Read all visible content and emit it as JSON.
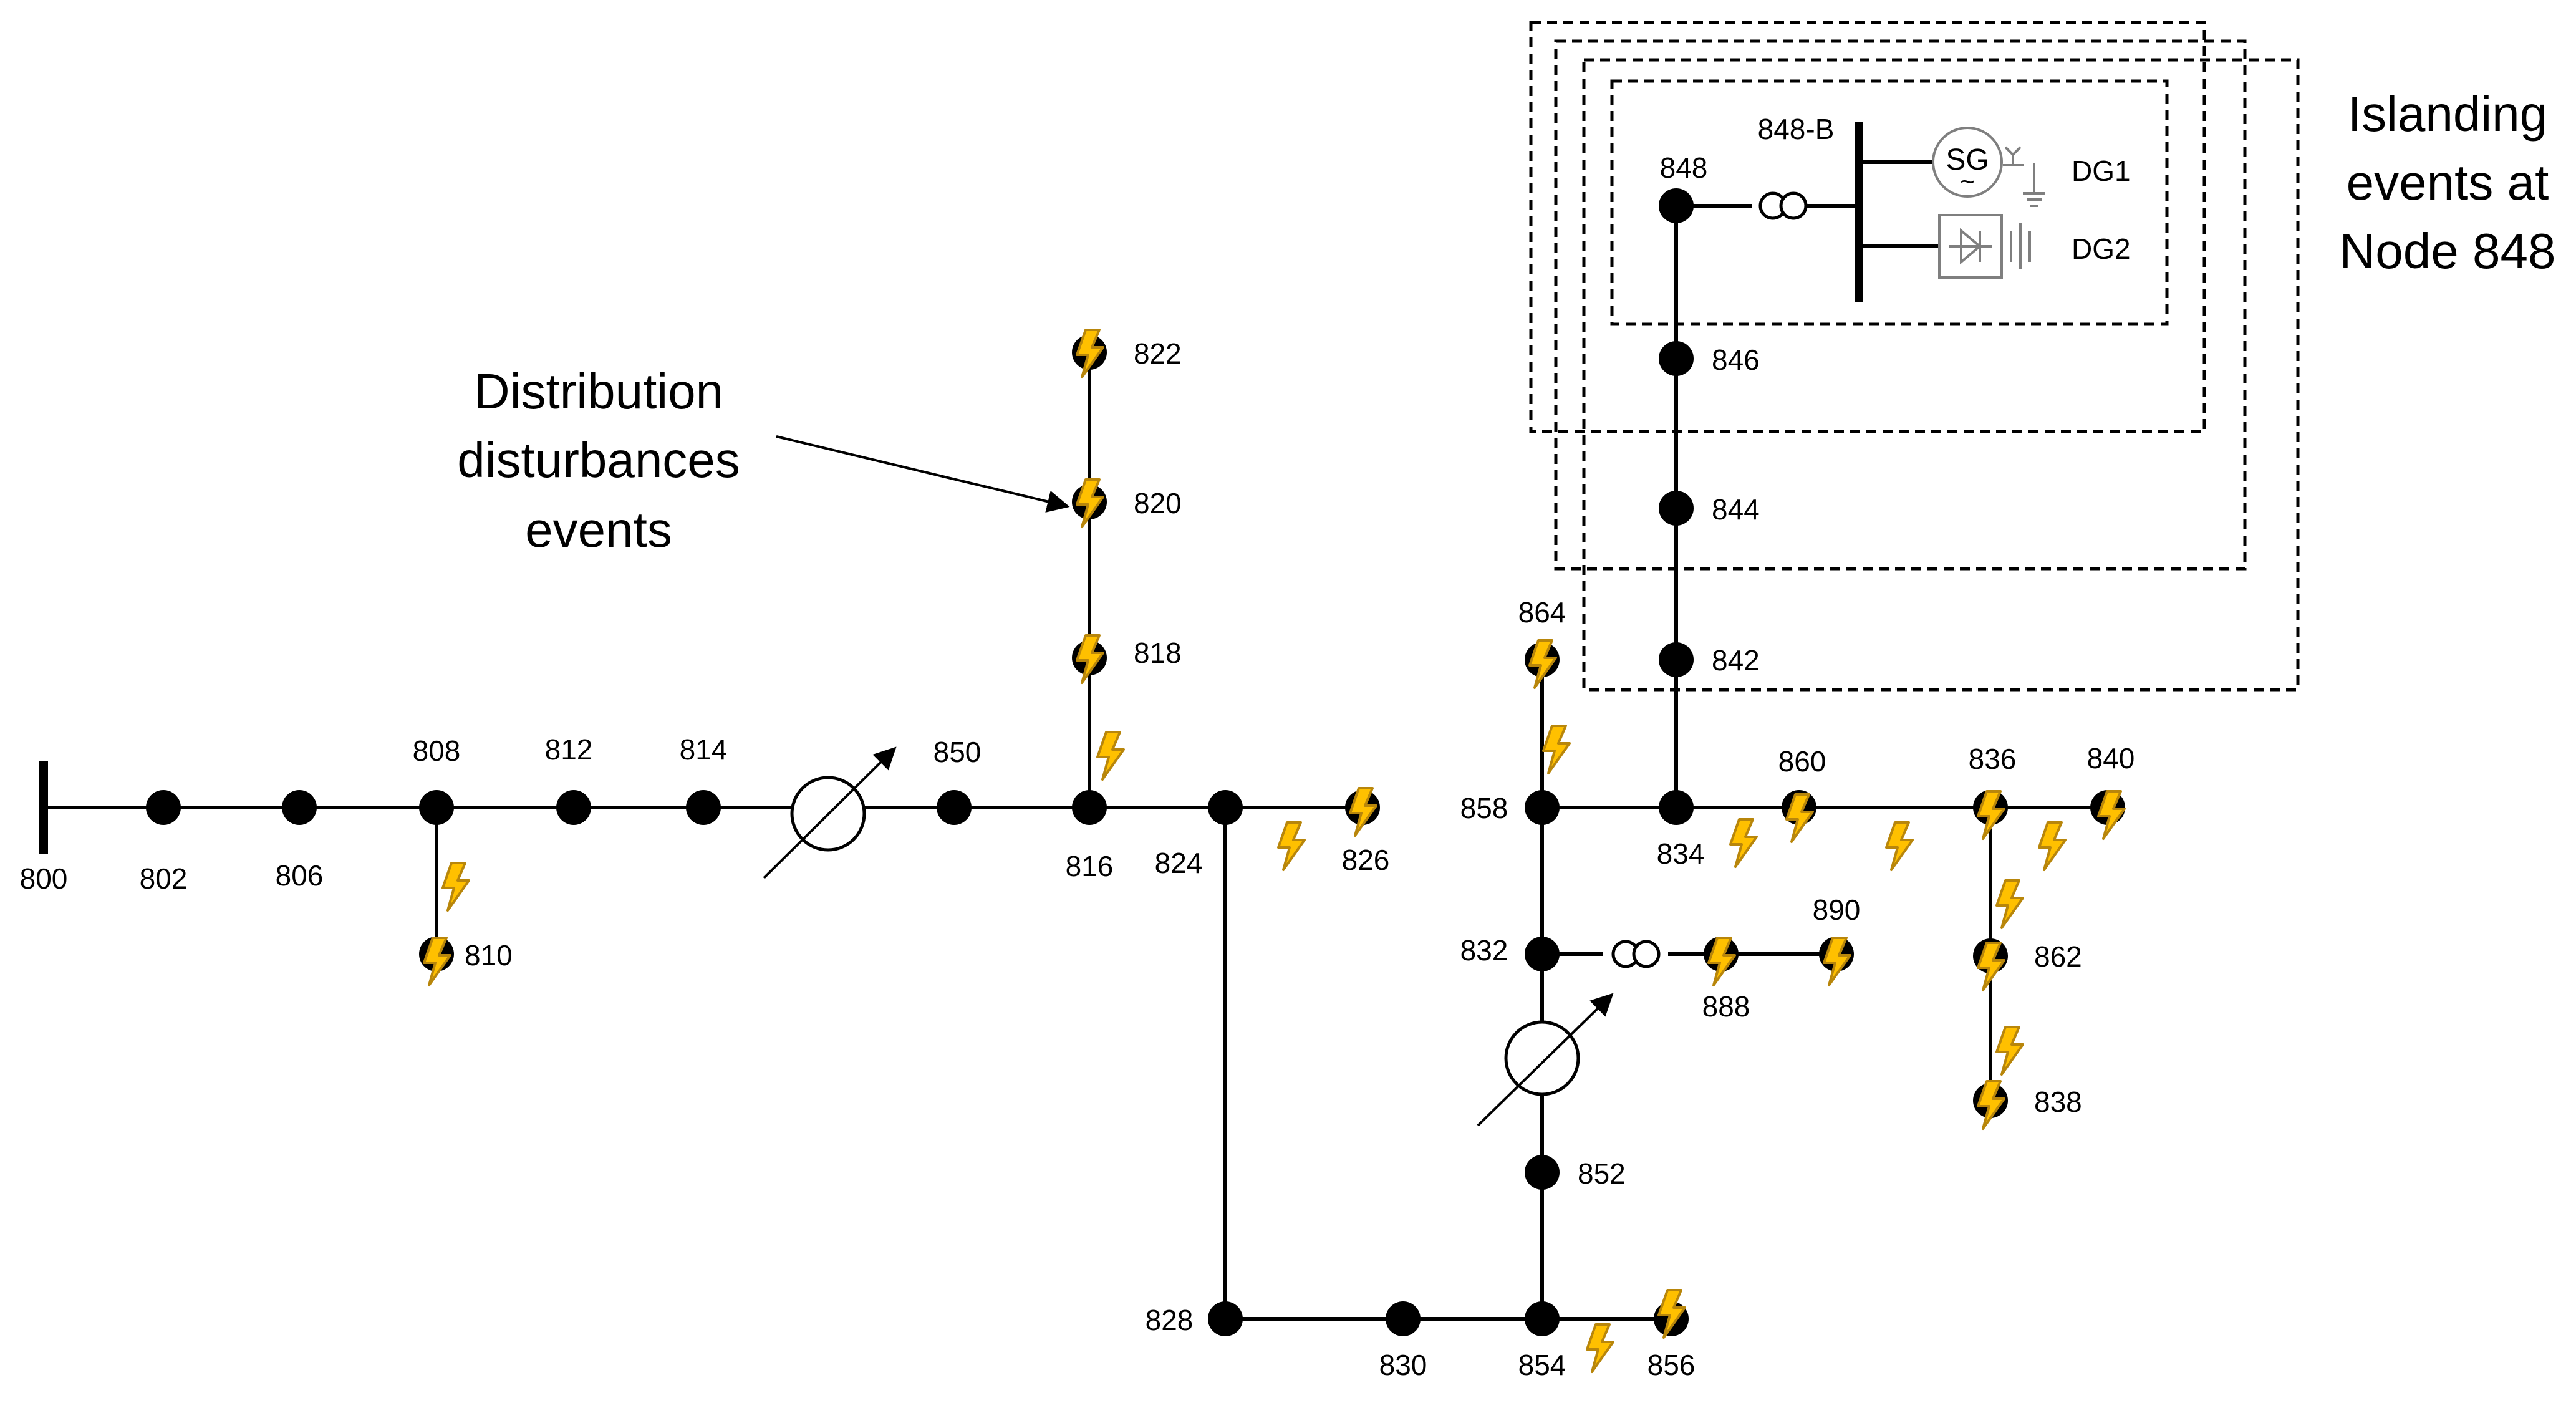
{
  "nodes": {
    "n800": "800",
    "n802": "802",
    "n806": "806",
    "n808": "808",
    "n810": "810",
    "n812": "812",
    "n814": "814",
    "n850": "850",
    "n816": "816",
    "n818": "818",
    "n820": "820",
    "n822": "822",
    "n824": "824",
    "n826": "826",
    "n828": "828",
    "n830": "830",
    "n854": "854",
    "n856": "856",
    "n852": "852",
    "n832": "832",
    "n888": "888",
    "n890": "890",
    "n858": "858",
    "n864": "864",
    "n834": "834",
    "n842": "842",
    "n844": "844",
    "n846": "846",
    "n848": "848",
    "n848b": "848-B",
    "n860": "860",
    "n836": "836",
    "n840": "840",
    "n862": "862",
    "n838": "838"
  },
  "generators": {
    "dg1": "DG1",
    "dg2": "DG2",
    "sg_symbol": "SG",
    "sg_tilde": "~"
  },
  "annotations": {
    "distribution": [
      "Distribution",
      "disturbances",
      "events"
    ],
    "islanding": [
      "Islanding",
      "events at",
      "Node 848"
    ]
  },
  "colors": {
    "line": "#000000",
    "bolt_fill": "#ffc000",
    "bolt_stroke": "#b8860b",
    "inverter_grey": "#7f7f7f"
  }
}
